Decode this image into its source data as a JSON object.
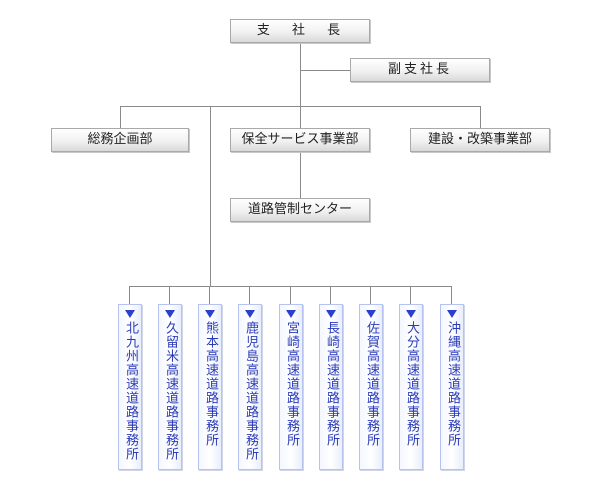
{
  "org": {
    "president": "支 社 長",
    "vice_president": "副支社長",
    "departments": [
      "総務企画部",
      "保全サービス事業部",
      "建設・改築事業部"
    ],
    "traffic_center": "道路管制センター",
    "offices": [
      "北九州高速道路事務所",
      "久留米高速道路事務所",
      "熊本高速道路事務所",
      "鹿児島高速道路事務所",
      "宮崎高速道路事務所",
      "長崎高速道路事務所",
      "佐賀高速道路事務所",
      "大分高速道路事務所",
      "沖縄高速道路事務所"
    ]
  },
  "colors": {
    "connector": "#8a8a8a",
    "box_border": "#a9a9a9",
    "office_border": "#b5c3ee",
    "office_text": "#2a3bb8",
    "arrow": "#2b3fcf"
  }
}
